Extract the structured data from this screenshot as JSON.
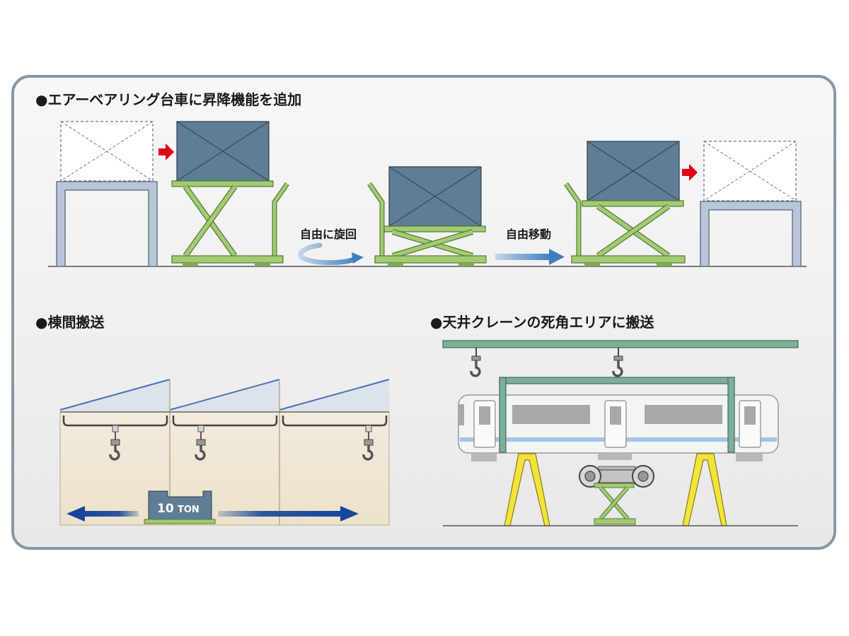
{
  "sections": {
    "lift": {
      "heading": "●エアーベアリング台車に昇降機能を追加"
    },
    "bay": {
      "heading": "●棟間搬送"
    },
    "crane": {
      "heading": "●天井クレーンの死角エリアに搬送"
    }
  },
  "labels": {
    "rotate": "自由に旋回",
    "move": "自由移動",
    "load": "10",
    "load_unit": "TON"
  },
  "colors": {
    "panel_border": "#8896a4",
    "cargo": "#5f7d95",
    "cart": "#a2cc73",
    "cart_stroke": "#557a34",
    "stand": "#b8c6d8",
    "red_arrow": "#e00015",
    "blue_arrow": "#3f7fc2",
    "beam": "#7faf98",
    "stand_yellow": "#f3e43b"
  },
  "icons": [
    "red-arrow-icon",
    "rotate-arrow-icon",
    "move-arrow-icon",
    "hook-icon",
    "train-icon"
  ]
}
